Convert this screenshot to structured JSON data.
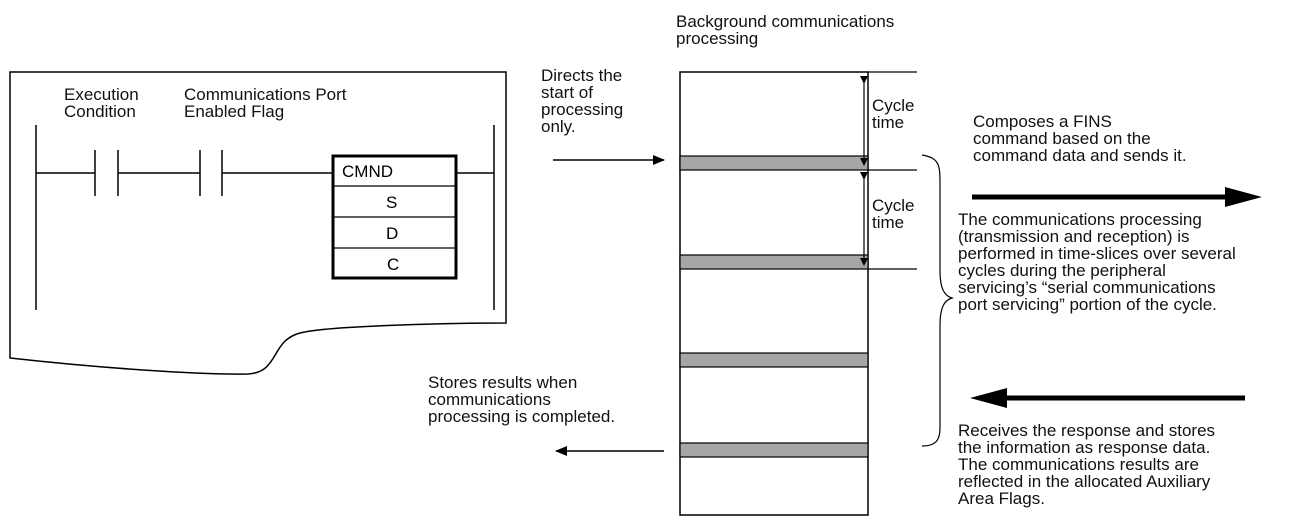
{
  "ladder": {
    "execution_condition": "Execution\nCondition",
    "port_enabled_flag": "Communications Port\nEnabled Flag",
    "instruction": "CMND",
    "operands": [
      "S",
      "D",
      "C"
    ]
  },
  "bg_label": "Background communications\nprocessing",
  "directs_note": "Directs the\nstart of\nprocessing\nonly.",
  "cycle_time_labels": [
    "Cycle\ntime",
    "Cycle\ntime"
  ],
  "composes_note": "Composes a FINS\ncommand based on the\ncommand data and sends it.",
  "processing_note": "The communications processing\n(transmission and reception) is\nperformed in time-slices over several\ncycles during the peripheral\nservicing’s “serial communications\nport servicing” portion of the cycle.",
  "stores_note": "Stores results when\ncommunications\nprocessing is completed.",
  "receives_note": "Receives the response and stores\nthe information as response data.\nThe communications results are\nreflected in the allocated Auxiliary\nArea Flags.",
  "colors": {
    "line": "#000000",
    "slice_fill": "#a6a6a6"
  }
}
